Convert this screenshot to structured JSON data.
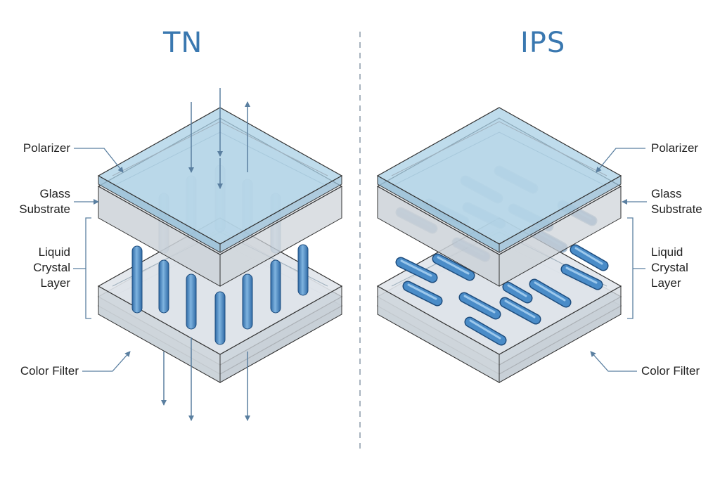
{
  "titles": {
    "left": "TN",
    "right": "IPS"
  },
  "labels": {
    "polarizer": "Polarizer",
    "glass_line1": "Glass",
    "glass_line2": "Substrate",
    "lc_line1": "Liquid",
    "lc_line2": "Crystal",
    "lc_line3": "Layer",
    "color_filter": "Color Filter"
  },
  "colors": {
    "accent": "#3a78b0",
    "rod": "#4a8cc8",
    "polarizer": "#bcd9ea",
    "glass": "#e6e8ea",
    "line": "#5a7fa0"
  }
}
